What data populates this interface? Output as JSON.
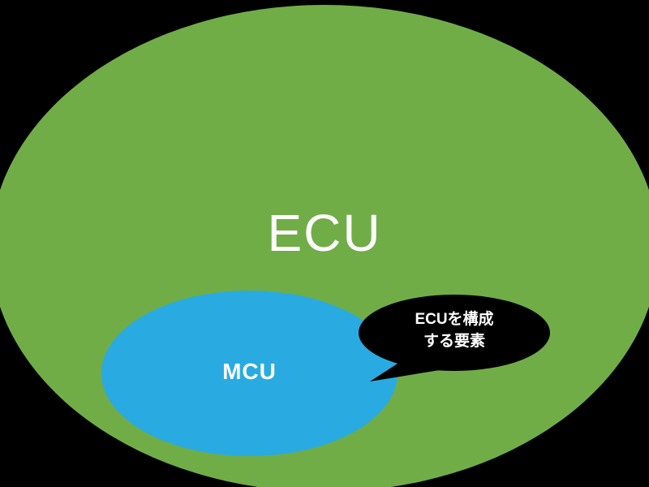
{
  "diagram": {
    "background_color": "#000000",
    "outer_set": {
      "label": "ECU",
      "fill": "#70AD47",
      "text_color": "#FFFFFF"
    },
    "inner_set": {
      "label": "MCU",
      "fill": "#29ABE2",
      "text_color": "#FFFFFF"
    },
    "callout": {
      "text_line1": "ECUを構成",
      "text_line2": "する要素",
      "fill": "#000000",
      "text_color": "#FFFFFF"
    }
  }
}
